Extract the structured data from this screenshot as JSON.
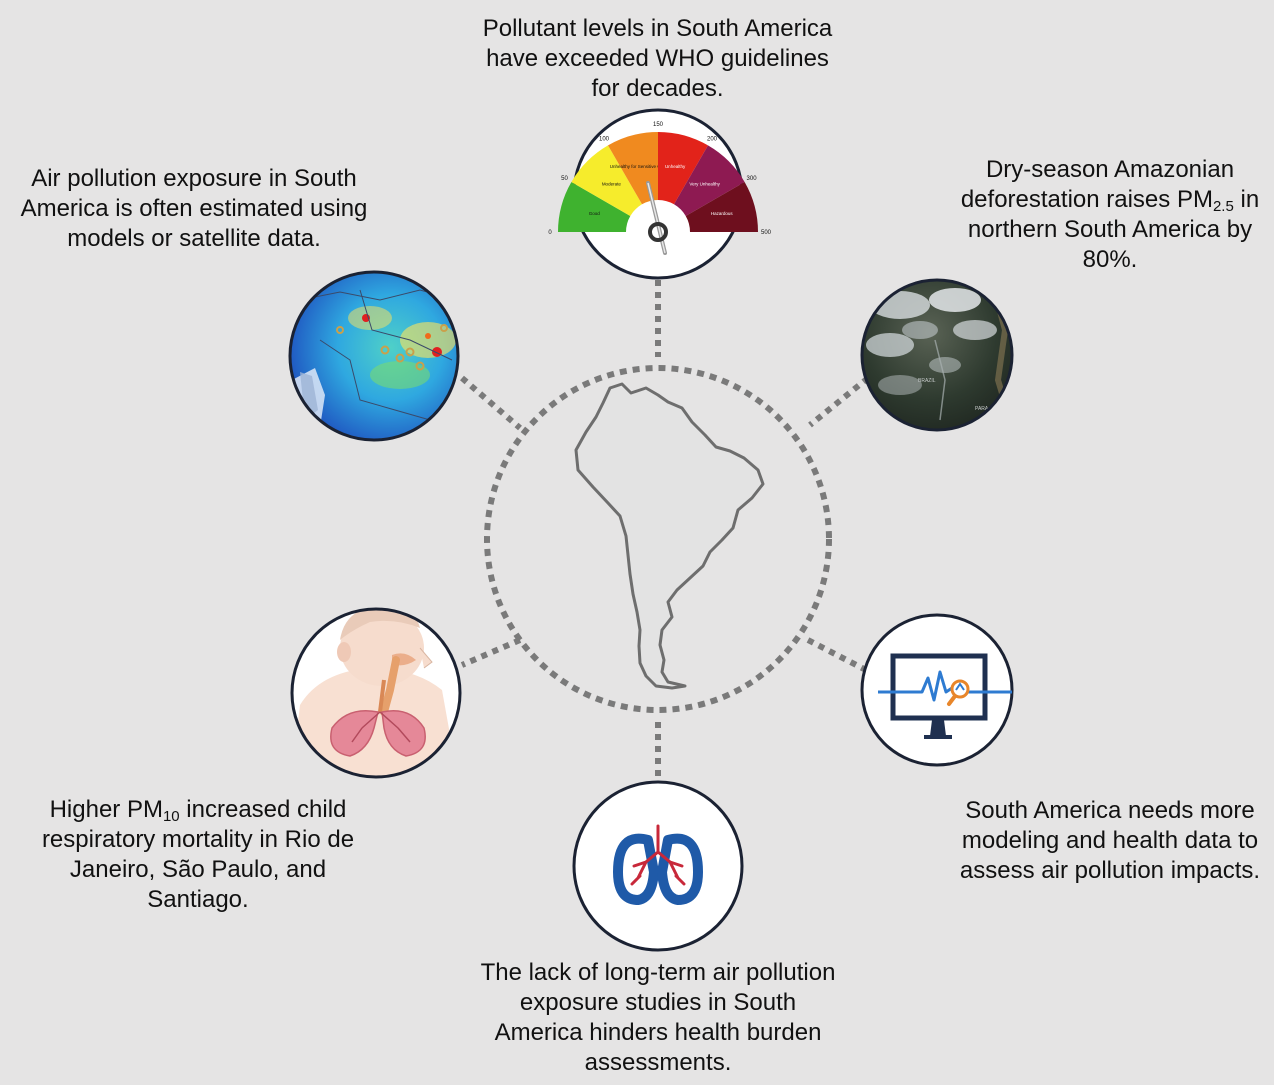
{
  "captions": {
    "top": "Pollutant levels in South America have exceeded WHO guidelines for decades.",
    "upper_left": "Air pollution exposure in South America is often estimated using models or satellite data.",
    "upper_right_a": "Dry-season Amazonian deforestation raises PM",
    "upper_right_sub": "2.5",
    "upper_right_b": " in northern South America by 80%.",
    "lower_left_a": "Higher PM",
    "lower_left_sub": "10",
    "lower_left_b": " increased child respiratory mortality in Rio de Janeiro, São Paulo, and Santiago.",
    "lower_right": "South America needs more modeling and health data to assess air pollution impacts.",
    "bottom": "The lack of long-term air pollution exposure studies in South America hinders health burden assessments."
  },
  "aqi_gauge": {
    "ticks": [
      "0",
      "50",
      "100",
      "150",
      "200",
      "300",
      "500"
    ],
    "bands": [
      {
        "label": "Good",
        "color": "#3fb22f"
      },
      {
        "label": "Moderate",
        "color": "#f6ec2c"
      },
      {
        "label": "Unhealthy for Sensitive Groups",
        "color": "#f08a1f"
      },
      {
        "label": "Unhealthy",
        "color": "#e2231a"
      },
      {
        "label": "Very Unhealthy",
        "color": "#8e1a52"
      },
      {
        "label": "Hazardous",
        "color": "#6e0f1e"
      }
    ]
  },
  "satellite_labels": [
    "BRAZIL",
    "PARA"
  ],
  "colors": {
    "background": "#e5e4e4",
    "dots": "#7a7a7a",
    "circle_border": "#1b2233",
    "continent_fill": "#e3e3e3",
    "continent_stroke": "#6e6e6e",
    "lung_blue": "#1f5aa8",
    "lung_red": "#c8283a",
    "monitor_navy": "#1f3050",
    "pulse_orange": "#e8862a",
    "pulse_blue": "#2e7bd1"
  }
}
